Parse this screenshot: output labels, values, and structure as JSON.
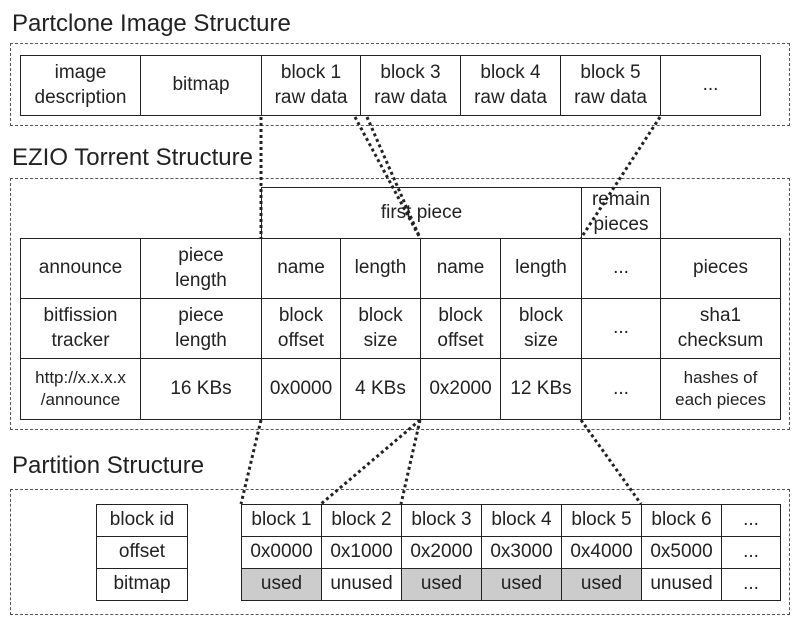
{
  "sections": {
    "partclone_title": "Partclone Image Structure",
    "ezio_title": "EZIO Torrent Structure",
    "partition_title": "Partition Structure"
  },
  "partclone": {
    "cells": [
      "image\ndescription",
      "bitmap",
      "block 1\nraw data",
      "block 3\nraw data",
      "block 4\nraw data",
      "block 5\nraw data",
      "..."
    ]
  },
  "ezio": {
    "first_piece": "first piece",
    "remain_pieces": "remain\npieces",
    "rows": [
      [
        "announce",
        "piece\nlength",
        "name",
        "length",
        "name",
        "length",
        "...",
        "pieces"
      ],
      [
        "bitfission\ntracker",
        "piece\nlength",
        "block\noffset",
        "block\nsize",
        "block\noffset",
        "block\nsize",
        "...",
        "sha1\nchecksum"
      ],
      [
        "http://x.x.x.x\n/announce",
        "16 KBs",
        "0x0000",
        "4 KBs",
        "0x2000",
        "12 KBs",
        "...",
        "hashes of\neach pieces"
      ]
    ]
  },
  "partition": {
    "headers": [
      "block id",
      "offset",
      "bitmap"
    ],
    "blocks": [
      {
        "id": "block 1",
        "offset": "0x0000",
        "bitmap": "used",
        "used": true
      },
      {
        "id": "block 2",
        "offset": "0x1000",
        "bitmap": "unused",
        "used": false
      },
      {
        "id": "block 3",
        "offset": "0x2000",
        "bitmap": "used",
        "used": true
      },
      {
        "id": "block 4",
        "offset": "0x3000",
        "bitmap": "used",
        "used": true
      },
      {
        "id": "block 5",
        "offset": "0x4000",
        "bitmap": "used",
        "used": true
      },
      {
        "id": "block 6",
        "offset": "0x5000",
        "bitmap": "unused",
        "used": false
      },
      {
        "id": "...",
        "offset": "...",
        "bitmap": "...",
        "used": false
      }
    ],
    "used_color": "#cccccc"
  }
}
